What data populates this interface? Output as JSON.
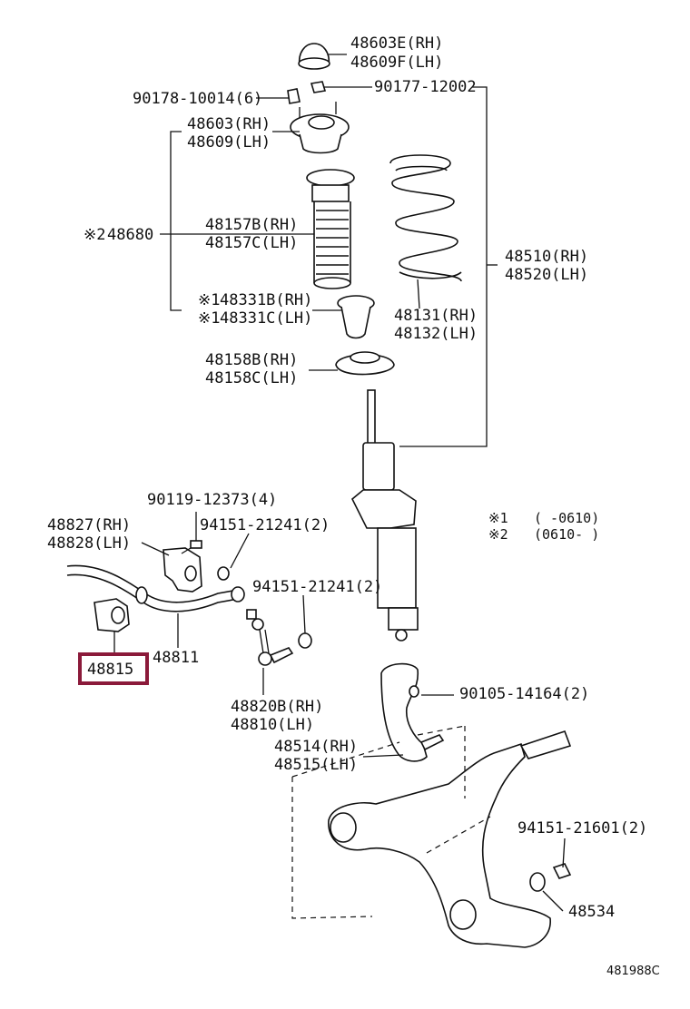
{
  "labels": {
    "upper_cap": [
      "48603E(RH)",
      "48609F(LH)"
    ],
    "bolt_left": "90178-10014(6)",
    "nut_right": "90177-12002",
    "mount": [
      "48603(RH)",
      "48609(LH)"
    ],
    "assembly_mark": "※2",
    "assembly": "48680",
    "boot": [
      "48157B(RH)",
      "48157C(LH)"
    ],
    "bumper": [
      "48331B(RH)",
      "48331C(LH)"
    ],
    "bumper_mark": "※1",
    "spring": [
      "48131(RH)",
      "48132(LH)"
    ],
    "strut": [
      "48510(RH)",
      "48520(LH)"
    ],
    "lower_seat": [
      "48158B(RH)",
      "48158C(LH)"
    ],
    "bracket_bolt": "90119-12373(4)",
    "bracket": [
      "48827(RH)",
      "48828(LH)"
    ],
    "bracket_nut": "94151-21241(2)",
    "link_nut": "94151-21241(2)",
    "bushing": "48815",
    "stabilizer_bar": "48811",
    "link": [
      "48820B(RH)",
      "48810(LH)"
    ],
    "knuckle_bolt": "90105-14164(2)",
    "knuckle": [
      "48514(RH)",
      "48515(LH)"
    ],
    "arm_nut": "94151-21601(2)",
    "lower_arm": "48534",
    "figure_ref": "481988C"
  },
  "legend": [
    {
      "mark": "※1",
      "text": "(      -0610)"
    },
    {
      "mark": "※2",
      "text": "(0610-      )"
    }
  ],
  "highlight": {
    "part": "48815",
    "color": "#8b1a3a"
  }
}
